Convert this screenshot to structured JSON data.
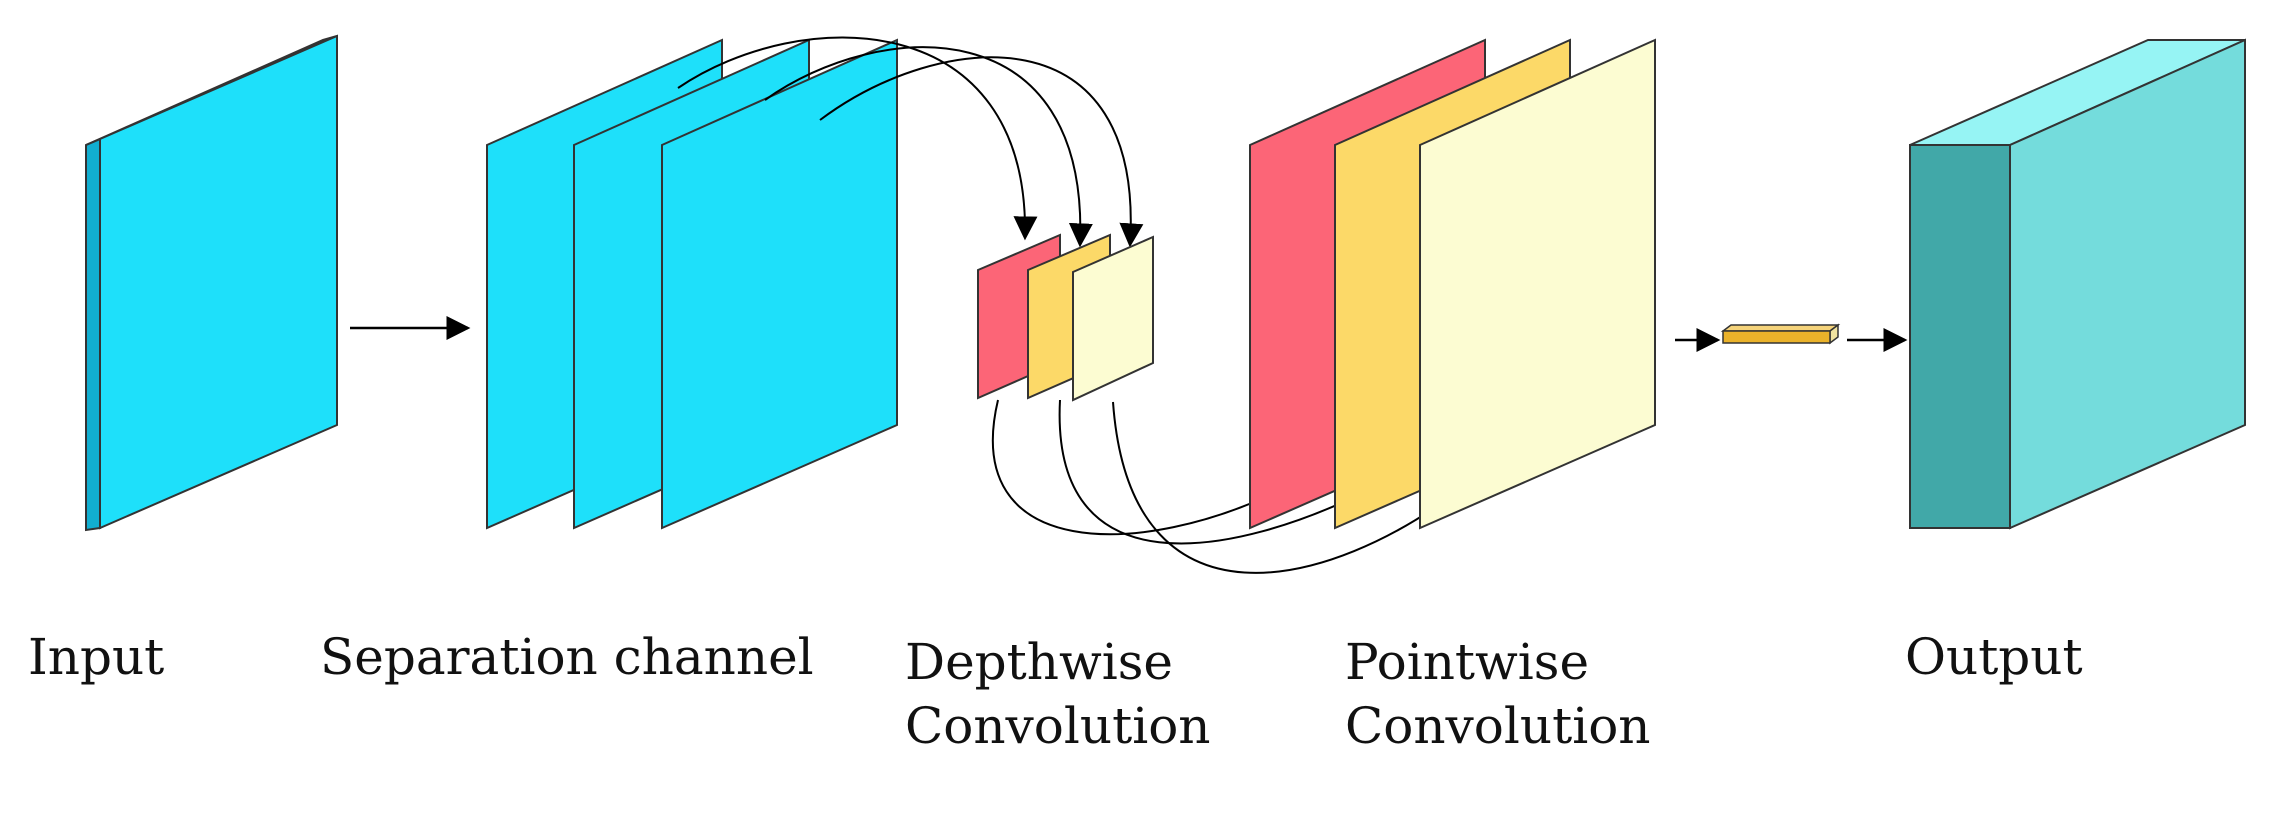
{
  "labels": {
    "input": "Input",
    "separation": "Separation channel",
    "depthwise": [
      "Depthwise",
      "Convolution"
    ],
    "pointwise": [
      "Pointwise",
      "Convolution"
    ],
    "output": "Output"
  },
  "colors": {
    "cyan": "#1ee0fa",
    "cyan_edge": "#11aed0",
    "red": "#fc6577",
    "yellow": "#fcd968",
    "cream": "#fcfcd2",
    "output_front": "#41a8a8",
    "output_side": "#74dcdc",
    "output_top": "#96f4f4",
    "vector": "#eab22a",
    "stroke": "#333333",
    "arrow": "#000000"
  }
}
